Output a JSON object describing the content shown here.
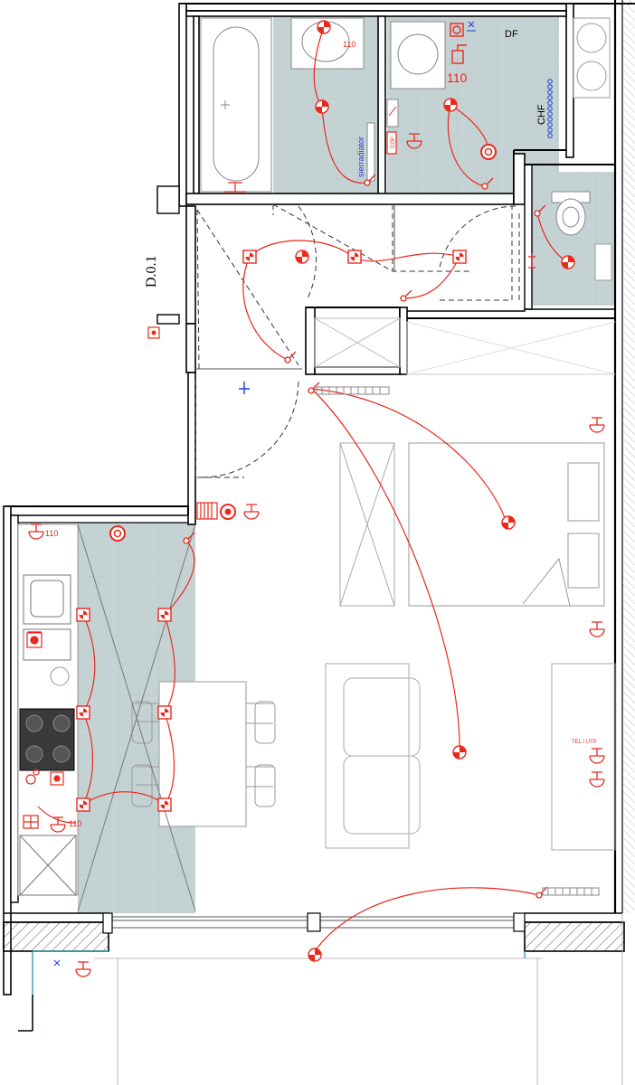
{
  "labels": {
    "unit_code": "D.0.1",
    "df": "DF",
    "chf": "CHF",
    "laundry_circuit": "110",
    "bath_sink_circuit": "110",
    "kitchen_top_circuit": "110",
    "kitchen_bottom_circuit": "110",
    "radiator": "sierradiator",
    "cop": "COP",
    "tel_utp": "TEL / UTP"
  },
  "colors": {
    "electrical": "#e8291c",
    "tile": "#c5d2d4",
    "wall": "#000000",
    "radiator_blue": "#1f3fd6"
  }
}
